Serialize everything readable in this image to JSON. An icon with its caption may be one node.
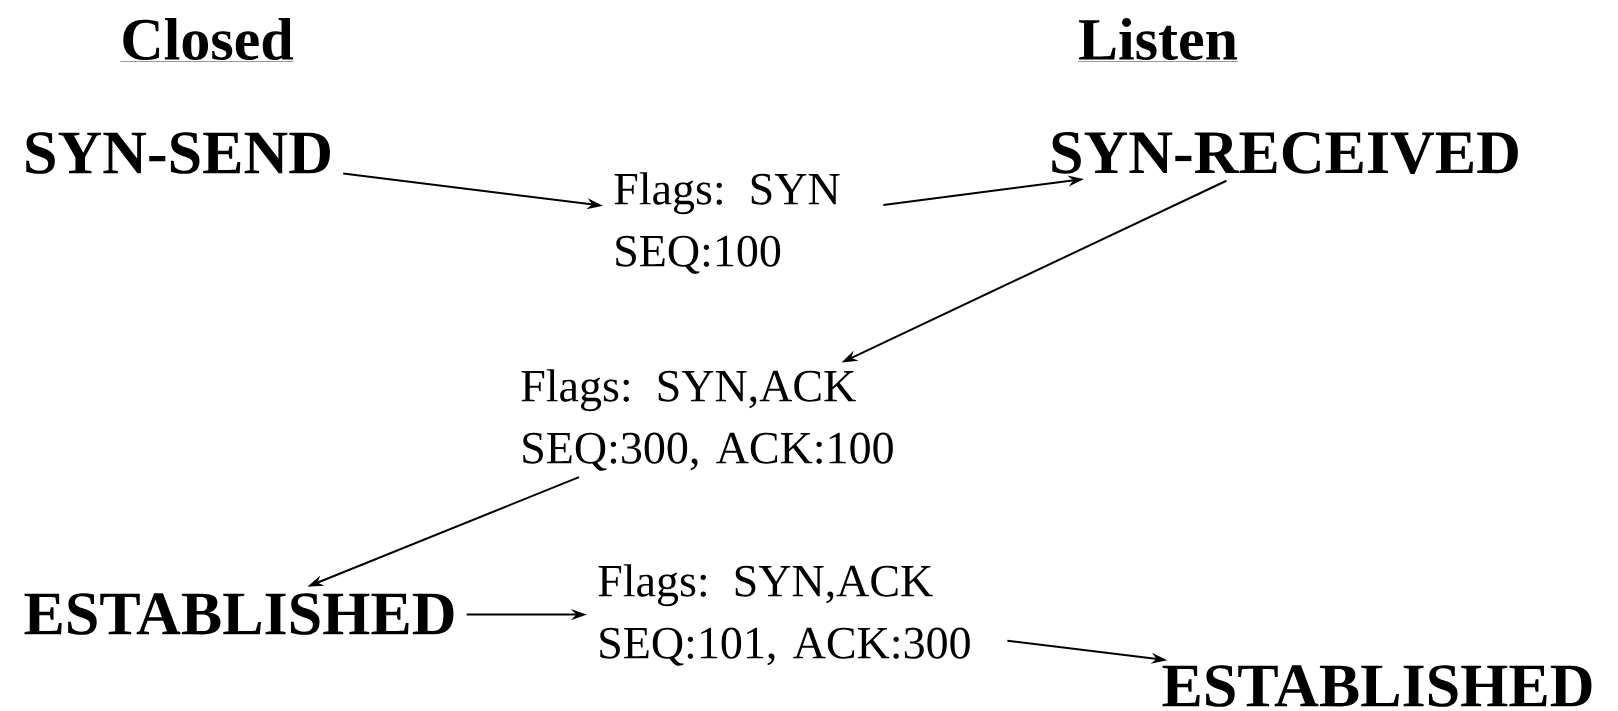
{
  "diagram": {
    "nodes": [
      {
        "text": [
          "SYN-SEND"
        ]
      },
      {
        "text": [
          "Flags: SYN SEQ:100"
        ]
      },
      {
        "text": [
          "SYN-RECEIVED"
        ]
      },
      {
        "text": [
          "Flags: SYN,ACK SEQ:300, ACK:100"
        ]
      },
      {
        "text": [
          "ESTABLISHED"
        ]
      },
      {
        "text": [
          "Flags: SYN,ACK SEQ:101, ACK:300"
        ]
      },
      {
        "text": [
          "ESTABLISHED"
        ]
      }
    ],
    "edges": [
      {
        "from": 0,
        "to": 1,
        "arrow": "to"
      },
      {
        "from": 1,
        "to": 2,
        "arrow": "to"
      },
      {
        "from": 2,
        "to": 3,
        "arrow": "to"
      },
      {
        "from": 3,
        "to": 4,
        "arrow": "to"
      },
      {
        "from": 4,
        "to": 5,
        "arrow": "to"
      },
      {
        "from": 5,
        "to": 6,
        "arrow": "to"
      }
    ],
    "labels": [
      "Closed",
      "Listen"
    ]
  }
}
